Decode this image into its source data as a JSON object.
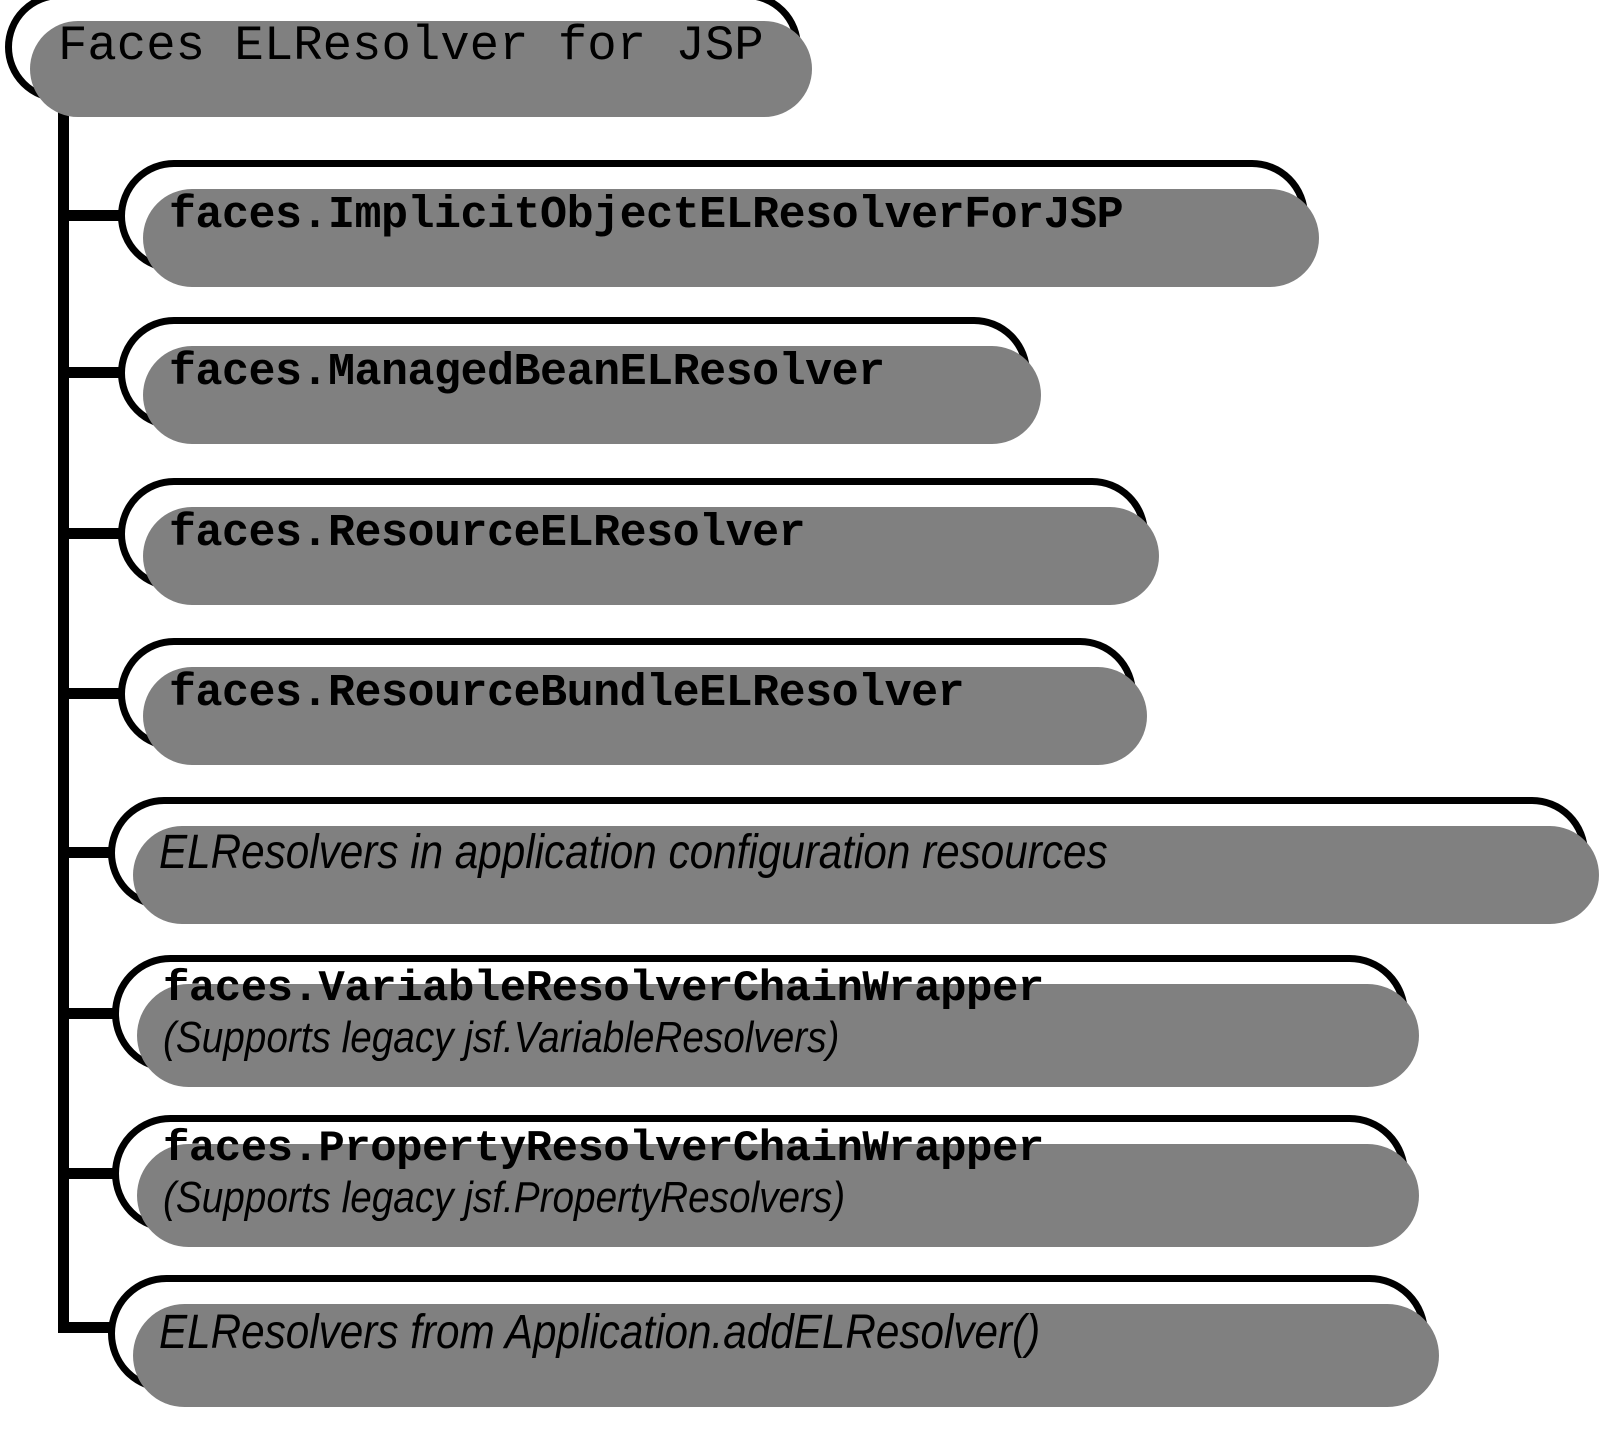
{
  "diagram": {
    "title": "Faces ELResolver for JSP",
    "type": "tree",
    "root": {
      "label": "Faces ELResolver for JSP",
      "style": "monospace-regular"
    },
    "children": [
      {
        "label": "faces.ImplicitObjectELResolverForJSP",
        "style": "monospace-bold",
        "sublabel": ""
      },
      {
        "label": "faces.ManagedBeanELResolver",
        "style": "monospace-bold",
        "sublabel": ""
      },
      {
        "label": "faces.ResourceELResolver",
        "style": "monospace-bold",
        "sublabel": ""
      },
      {
        "label": "faces.ResourceBundleELResolver",
        "style": "monospace-bold",
        "sublabel": ""
      },
      {
        "label": "ELResolvers in application configuration resources",
        "style": "sans-italic",
        "sublabel": ""
      },
      {
        "label": "faces.VariableResolverChainWrapper",
        "style": "monospace-bold",
        "sublabel": "(Supports legacy jsf.VariableResolvers)"
      },
      {
        "label": "faces.PropertyResolverChainWrapper",
        "style": "monospace-bold",
        "sublabel": "(Supports legacy jsf.PropertyResolvers)"
      },
      {
        "label": "ELResolvers from Application.addELResolver()",
        "style": "sans-italic",
        "sublabel": ""
      }
    ],
    "colors": {
      "background": "#ffffff",
      "outline": "#000000",
      "fill": "#ffffff",
      "shadow": "#808080",
      "text": "#000000"
    }
  }
}
